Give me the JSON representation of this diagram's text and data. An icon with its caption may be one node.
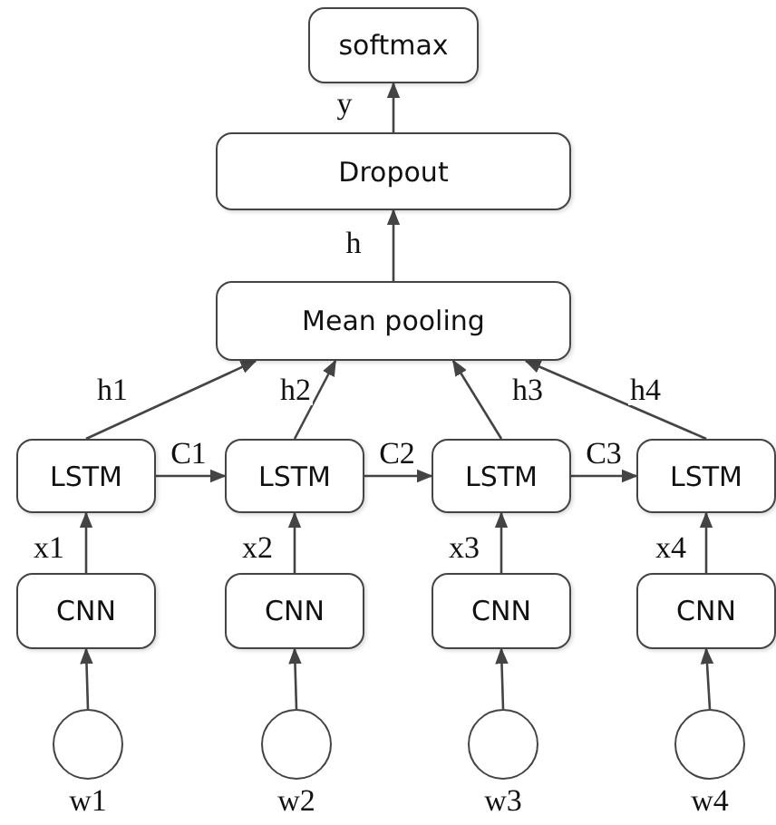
{
  "diagram": {
    "nodes": [
      {
        "text": [
          "softmax"
        ]
      },
      {
        "text": [
          "Dropout"
        ]
      },
      {
        "text": [
          "Mean pooling"
        ]
      },
      {
        "text": [
          "LSTM"
        ]
      },
      {
        "text": [
          "LSTM"
        ]
      },
      {
        "text": [
          "LSTM"
        ]
      },
      {
        "text": [
          "LSTM"
        ]
      },
      {
        "text": [
          "CNN"
        ]
      },
      {
        "text": [
          "CNN"
        ]
      },
      {
        "text": [
          "CNN"
        ]
      },
      {
        "text": [
          "CNN"
        ]
      },
      {
        "text": [],
        "shape": "circle",
        "beside": [
          "w1"
        ]
      },
      {
        "text": [],
        "shape": "circle",
        "beside": [
          "w2"
        ]
      },
      {
        "text": [],
        "shape": "circle",
        "beside": [
          "w3"
        ]
      },
      {
        "text": [],
        "shape": "circle",
        "beside": [
          "w4"
        ]
      }
    ],
    "edges": [
      {
        "from": 1,
        "to": 0,
        "arrow": "to",
        "label": "y"
      },
      {
        "from": 2,
        "to": 1,
        "arrow": "to",
        "label": "h"
      },
      {
        "from": 3,
        "to": 2,
        "arrow": "to",
        "label": "h1"
      },
      {
        "from": 4,
        "to": 2,
        "arrow": "to",
        "label": "h2"
      },
      {
        "from": 5,
        "to": 2,
        "arrow": "to",
        "label": "h3"
      },
      {
        "from": 6,
        "to": 2,
        "arrow": "to",
        "label": "h4"
      },
      {
        "from": 3,
        "to": 4,
        "arrow": "to",
        "label": "C1"
      },
      {
        "from": 4,
        "to": 5,
        "arrow": "to",
        "label": "C2"
      },
      {
        "from": 5,
        "to": 6,
        "arrow": "to",
        "label": "C3"
      },
      {
        "from": 7,
        "to": 3,
        "arrow": "to",
        "label": "x1"
      },
      {
        "from": 8,
        "to": 4,
        "arrow": "to",
        "label": "x2"
      },
      {
        "from": 9,
        "to": 5,
        "arrow": "to",
        "label": "x3"
      },
      {
        "from": 10,
        "to": 6,
        "arrow": "to",
        "label": "x4"
      },
      {
        "from": 11,
        "to": 7,
        "arrow": "to"
      },
      {
        "from": 12,
        "to": 8,
        "arrow": "to"
      },
      {
        "from": 13,
        "to": 9,
        "arrow": "to"
      },
      {
        "from": 14,
        "to": 10,
        "arrow": "to"
      }
    ]
  }
}
